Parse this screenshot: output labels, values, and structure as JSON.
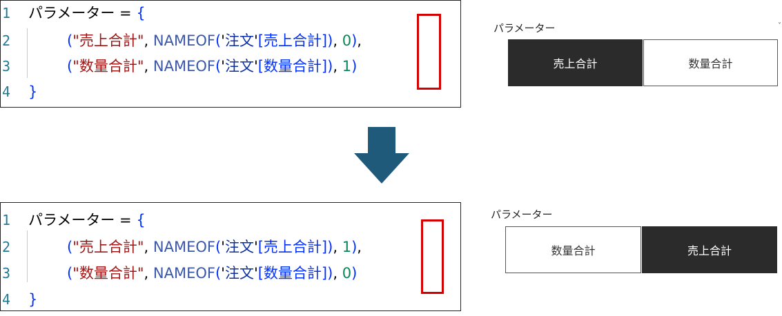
{
  "code_before": {
    "lines": [
      {
        "num": "1",
        "parts": [
          [
            "c-id",
            "パラメーター"
          ],
          [
            "c-op",
            " = "
          ],
          [
            "c-brace",
            "{"
          ]
        ]
      },
      {
        "num": "2",
        "parts": [
          [
            "c-paren",
            "("
          ],
          [
            "c-str",
            "\"売上合計\""
          ],
          [
            "c-punct",
            ", "
          ],
          [
            "c-fn",
            "NAMEOF"
          ],
          [
            "c-paren",
            "("
          ],
          [
            "c-tq",
            "'"
          ],
          [
            "c-tbl",
            "注文"
          ],
          [
            "c-tq",
            "'"
          ],
          [
            "c-col",
            "[売上合計]"
          ],
          [
            "c-paren",
            ")"
          ],
          [
            "c-punct",
            ", "
          ],
          [
            "c-num",
            "0"
          ],
          [
            "c-paren",
            ")"
          ],
          [
            "c-punct",
            ","
          ]
        ]
      },
      {
        "num": "3",
        "parts": [
          [
            "c-paren",
            "("
          ],
          [
            "c-str",
            "\"数量合計\""
          ],
          [
            "c-punct",
            ", "
          ],
          [
            "c-fn",
            "NAMEOF"
          ],
          [
            "c-paren",
            "("
          ],
          [
            "c-tq",
            "'"
          ],
          [
            "c-tbl",
            "注文"
          ],
          [
            "c-tq",
            "'"
          ],
          [
            "c-col",
            "[数量合計]"
          ],
          [
            "c-paren",
            ")"
          ],
          [
            "c-punct",
            ", "
          ],
          [
            "c-num",
            "1"
          ],
          [
            "c-paren",
            ")"
          ]
        ]
      },
      {
        "num": "4",
        "parts": [
          [
            "c-brace",
            "}"
          ]
        ]
      }
    ]
  },
  "code_after": {
    "lines": [
      {
        "num": "1",
        "parts": [
          [
            "c-id",
            "パラメーター"
          ],
          [
            "c-op",
            " = "
          ],
          [
            "c-brace",
            "{"
          ]
        ]
      },
      {
        "num": "2",
        "parts": [
          [
            "c-paren",
            "("
          ],
          [
            "c-str",
            "\"売上合計\""
          ],
          [
            "c-punct",
            ", "
          ],
          [
            "c-fn",
            "NAMEOF"
          ],
          [
            "c-paren",
            "("
          ],
          [
            "c-tq",
            "'"
          ],
          [
            "c-tbl",
            "注文"
          ],
          [
            "c-tq",
            "'"
          ],
          [
            "c-col",
            "[売上合計]"
          ],
          [
            "c-paren",
            ")"
          ],
          [
            "c-punct",
            ", "
          ],
          [
            "c-num",
            "1"
          ],
          [
            "c-paren",
            ")"
          ],
          [
            "c-punct",
            ","
          ]
        ]
      },
      {
        "num": "3",
        "parts": [
          [
            "c-paren",
            "("
          ],
          [
            "c-str",
            "\"数量合計\""
          ],
          [
            "c-punct",
            ", "
          ],
          [
            "c-fn",
            "NAMEOF"
          ],
          [
            "c-paren",
            "("
          ],
          [
            "c-tq",
            "'"
          ],
          [
            "c-tbl",
            "注文"
          ],
          [
            "c-tq",
            "'"
          ],
          [
            "c-col",
            "[数量合計]"
          ],
          [
            "c-paren",
            ")"
          ],
          [
            "c-punct",
            ", "
          ],
          [
            "c-num",
            "0"
          ],
          [
            "c-paren",
            ")"
          ]
        ]
      },
      {
        "num": "4",
        "parts": [
          [
            "c-brace",
            "}"
          ]
        ]
      }
    ]
  },
  "slicer_before": {
    "title": "パラメーター",
    "buttons": [
      {
        "label": "売上合計",
        "selected": true
      },
      {
        "label": "数量合計",
        "selected": false
      }
    ]
  },
  "slicer_after": {
    "title": "パラメーター",
    "buttons": [
      {
        "label": "数量合計",
        "selected": false
      },
      {
        "label": "売上合計",
        "selected": true
      }
    ]
  },
  "colors": {
    "highlight": "#d40000",
    "arrow": "#1f5a7a",
    "selected_bg": "#2b2b2b"
  }
}
